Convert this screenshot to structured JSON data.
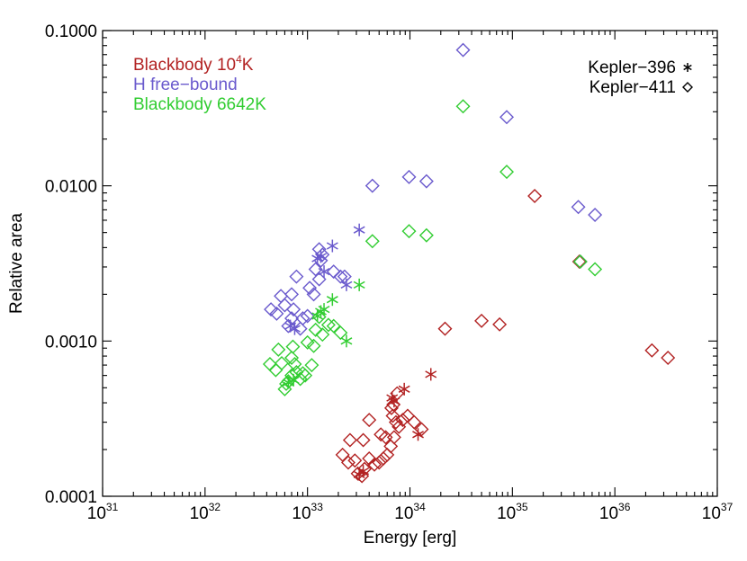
{
  "chart_data": {
    "type": "scatter",
    "title": "",
    "xlabel": "Energy [erg]",
    "ylabel": "Relative area",
    "xscale": "log",
    "yscale": "log",
    "xlim": [
      1e+31,
      1e+37
    ],
    "ylim": [
      0.0001,
      0.1
    ],
    "xticks": [
      {
        "value": 1e+31,
        "base": "10",
        "exp": "31"
      },
      {
        "value": 1e+32,
        "base": "10",
        "exp": "32"
      },
      {
        "value": 1e+33,
        "base": "10",
        "exp": "33"
      },
      {
        "value": 1e+34,
        "base": "10",
        "exp": "34"
      },
      {
        "value": 1e+35,
        "base": "10",
        "exp": "35"
      },
      {
        "value": 1e+36,
        "base": "10",
        "exp": "36"
      },
      {
        "value": 1e+37,
        "base": "10",
        "exp": "37"
      }
    ],
    "yticks": [
      {
        "value": 0.0001,
        "label": "0.0001"
      },
      {
        "value": 0.001,
        "label": "0.0010"
      },
      {
        "value": 0.01,
        "label": "0.0100"
      },
      {
        "value": 0.1,
        "label": "0.1000"
      }
    ],
    "model_legend": [
      {
        "series": "bb10k",
        "text": "Blackbody 10",
        "sup": "4",
        "suffix": "K",
        "color": "#b22222"
      },
      {
        "series": "hfb",
        "text": "H free−bound",
        "sup": "",
        "suffix": "",
        "color": "#6a5acd"
      },
      {
        "series": "bb6642",
        "text": "Blackbody 6642K",
        "sup": "",
        "suffix": "",
        "color": "#32cd32"
      }
    ],
    "star_legend": [
      {
        "text": "Kepler−396",
        "marker": "asterisk"
      },
      {
        "text": "Kepler−411",
        "marker": "diamond"
      }
    ],
    "series": [
      {
        "id": "bb10k",
        "star": "Kepler-411",
        "marker": "diamond",
        "color": "#b22222",
        "points": [
          [
            2.2e+33,
            0.000185
          ],
          [
            2.5e+33,
            0.000165
          ],
          [
            2.9e+33,
            0.00017
          ],
          [
            3.1e+33,
            0.00014
          ],
          [
            3.4e+33,
            0.000135
          ],
          [
            3.6e+33,
            0.00015
          ],
          [
            4e+33,
            0.000175
          ],
          [
            4.5e+33,
            0.00016
          ],
          [
            5e+33,
            0.000165
          ],
          [
            5.5e+33,
            0.000175
          ],
          [
            6e+33,
            0.000185
          ],
          [
            2.6e+33,
            0.00023
          ],
          [
            3.5e+33,
            0.00023
          ],
          [
            4e+33,
            0.00031
          ],
          [
            5.2e+33,
            0.00025
          ],
          [
            5.8e+33,
            0.00024
          ],
          [
            6.5e+33,
            0.00021
          ],
          [
            7e+33,
            0.00024
          ],
          [
            6.8e+33,
            0.00033
          ],
          [
            7.3e+33,
            0.0003
          ],
          [
            7.8e+33,
            0.00028
          ],
          [
            6.6e+33,
            0.00037
          ],
          [
            6.9e+33,
            0.00039
          ],
          [
            7.5e+33,
            0.00046
          ],
          [
            8.5e+33,
            0.00031
          ],
          [
            9.5e+33,
            0.00033
          ],
          [
            1.1e+34,
            0.0003
          ],
          [
            1.3e+34,
            0.00027
          ],
          [
            2.2e+34,
            0.0012
          ],
          [
            5e+34,
            0.00135
          ],
          [
            7.5e+34,
            0.00128
          ],
          [
            1.65e+35,
            0.0086
          ],
          [
            4.5e+35,
            0.00325
          ],
          [
            2.3e+36,
            0.00087
          ],
          [
            3.3e+36,
            0.00078
          ]
        ]
      },
      {
        "id": "bb10k",
        "star": "Kepler-396",
        "marker": "asterisk",
        "color": "#b22222",
        "points": [
          [
            3.2e+33,
            0.000138
          ],
          [
            3.5e+33,
            0.000145
          ],
          [
            6.7e+33,
            0.00043
          ],
          [
            7e+33,
            0.00041
          ],
          [
            8.8e+33,
            0.00049
          ],
          [
            1.2e+34,
            0.00025
          ],
          [
            1.6e+34,
            0.00061
          ]
        ]
      },
      {
        "id": "hfb",
        "star": "Kepler-411",
        "marker": "diamond",
        "color": "#6a5acd",
        "points": [
          [
            4.4e+32,
            0.0016
          ],
          [
            5e+32,
            0.0015
          ],
          [
            5.5e+32,
            0.00195
          ],
          [
            6e+32,
            0.0017
          ],
          [
            6.5e+32,
            0.00125
          ],
          [
            7e+32,
            0.0014
          ],
          [
            7.3e+32,
            0.0016
          ],
          [
            7e+32,
            0.002
          ],
          [
            7.8e+32,
            0.0026
          ],
          [
            8.5e+32,
            0.0012
          ],
          [
            9e+32,
            0.0014
          ],
          [
            1e+33,
            0.00145
          ],
          [
            1.05e+33,
            0.0022
          ],
          [
            1.15e+33,
            0.002
          ],
          [
            1.3e+33,
            0.0025
          ],
          [
            1.2e+33,
            0.0029
          ],
          [
            1.35e+33,
            0.0033
          ],
          [
            1.4e+33,
            0.0036
          ],
          [
            1.3e+33,
            0.0039
          ],
          [
            1.8e+33,
            0.0028
          ],
          [
            2.1e+33,
            0.0026
          ],
          [
            2.3e+33,
            0.0026
          ],
          [
            4.3e+33,
            0.01
          ],
          [
            9.8e+33,
            0.0114
          ],
          [
            1.45e+34,
            0.0107
          ],
          [
            3.3e+34,
            0.075
          ],
          [
            8.8e+34,
            0.0277
          ],
          [
            4.4e+35,
            0.0073
          ],
          [
            6.4e+35,
            0.0065
          ],
          [
            4.6e+35,
            0.00325
          ]
        ]
      },
      {
        "id": "hfb",
        "star": "Kepler-396",
        "marker": "asterisk",
        "color": "#6a5acd",
        "points": [
          [
            6.8e+32,
            0.00125
          ],
          [
            7.5e+32,
            0.0012
          ],
          [
            1.25e+33,
            0.0034
          ],
          [
            1.35e+33,
            0.0035
          ],
          [
            1.45e+33,
            0.0028
          ],
          [
            1.75e+33,
            0.0041
          ],
          [
            2.4e+33,
            0.0023
          ],
          [
            3.2e+33,
            0.0052
          ]
        ]
      },
      {
        "id": "bb6642",
        "star": "Kepler-411",
        "marker": "diamond",
        "color": "#32cd32",
        "points": [
          [
            4.3e+32,
            0.00071
          ],
          [
            4.9e+32,
            0.00065
          ],
          [
            5.2e+32,
            0.00088
          ],
          [
            5.6e+32,
            0.00072
          ],
          [
            6e+32,
            0.00049
          ],
          [
            6.2e+32,
            0.00053
          ],
          [
            6.5e+32,
            0.00055
          ],
          [
            7e+32,
            0.0006
          ],
          [
            7e+32,
            0.00078
          ],
          [
            7.2e+32,
            0.00092
          ],
          [
            7.5e+32,
            0.00071
          ],
          [
            7.8e+32,
            0.00063
          ],
          [
            8.5e+32,
            0.00057
          ],
          [
            9e+32,
            0.00062
          ],
          [
            9.5e+32,
            0.0006
          ],
          [
            1e+33,
            0.00098
          ],
          [
            1.1e+33,
            0.0007
          ],
          [
            1.15e+33,
            0.00093
          ],
          [
            1.2e+33,
            0.00118
          ],
          [
            1.3e+33,
            0.00143
          ],
          [
            1.4e+33,
            0.0011
          ],
          [
            1.6e+33,
            0.00127
          ],
          [
            1.8e+33,
            0.00125
          ],
          [
            2.1e+33,
            0.00113
          ],
          [
            4.3e+33,
            0.0044
          ],
          [
            9.8e+33,
            0.0051
          ],
          [
            1.45e+34,
            0.0048
          ],
          [
            3.3e+34,
            0.0325
          ],
          [
            8.8e+34,
            0.0123
          ],
          [
            4.6e+35,
            0.00325
          ],
          [
            6.4e+35,
            0.0029
          ]
        ]
      },
      {
        "id": "bb6642",
        "star": "Kepler-396",
        "marker": "asterisk",
        "color": "#32cd32",
        "points": [
          [
            6.5e+32,
            0.00054
          ],
          [
            7.3e+32,
            0.00056
          ],
          [
            1.25e+33,
            0.00145
          ],
          [
            1.35e+33,
            0.00155
          ],
          [
            1.45e+33,
            0.0016
          ],
          [
            1.75e+33,
            0.00185
          ],
          [
            2.4e+33,
            0.001
          ],
          [
            3.2e+33,
            0.0023
          ]
        ]
      }
    ]
  }
}
